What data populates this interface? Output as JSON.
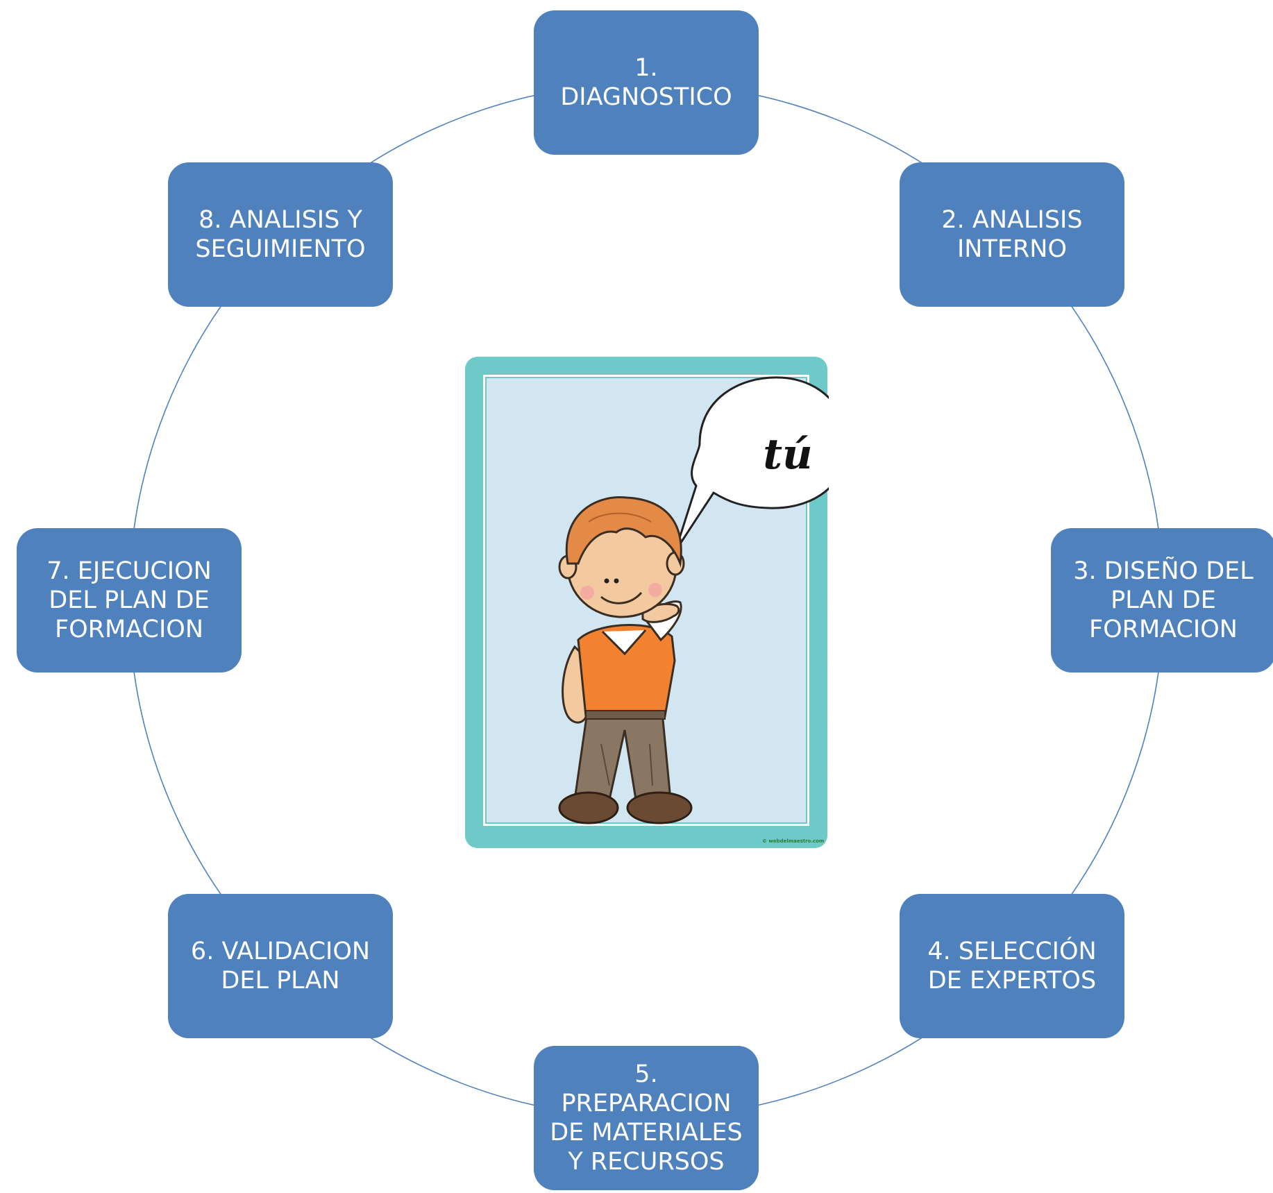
{
  "diagram": {
    "steps": [
      {
        "label": "1.\nDIAGNOSTICO"
      },
      {
        "label": "2. ANALISIS\nINTERNO"
      },
      {
        "label": "3. DISEÑO DEL\nPLAN DE\nFORMACION"
      },
      {
        "label": "4. SELECCIÓN\nDE EXPERTOS"
      },
      {
        "label": "5.\nPREPARACION\nDE MATERIALES\nY RECURSOS"
      },
      {
        "label": "6. VALIDACION\nDEL PLAN"
      },
      {
        "label": "7. EJECUCION\nDEL PLAN DE\nFORMACION"
      },
      {
        "label": "8. ANALISIS Y\nSEGUIMIENTO"
      }
    ],
    "center_image": {
      "speech_text": "tú",
      "credit": "© webdelmaestro.com"
    },
    "colors": {
      "node_fill": "#4f81bd",
      "ring_stroke": "#4f81bd",
      "frame": "#6ec9c9",
      "card_bg": "#d2e6f2"
    }
  }
}
